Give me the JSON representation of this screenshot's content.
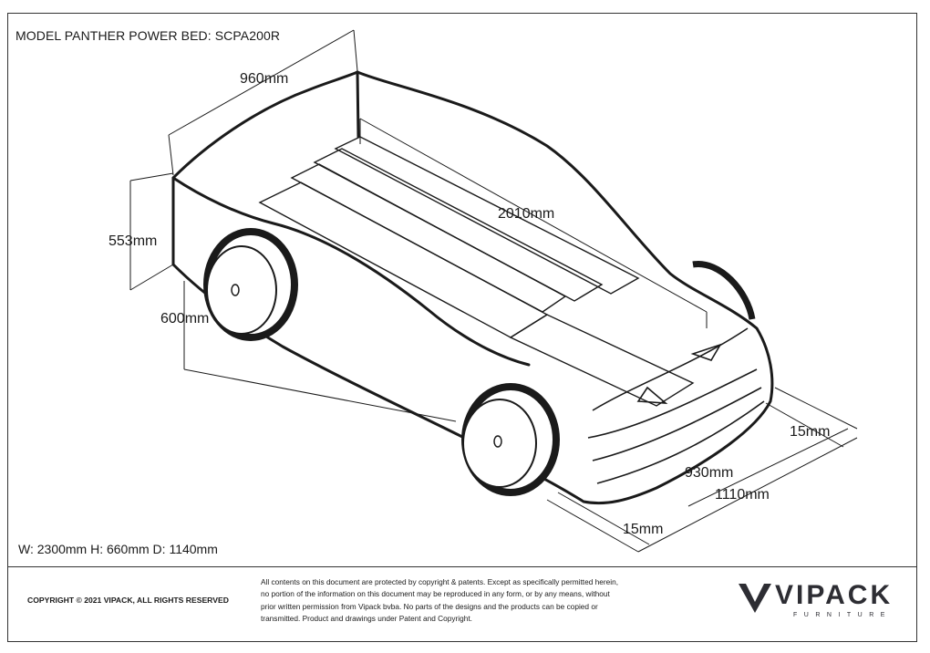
{
  "document": {
    "title": "MODEL PANTHER POWER BED: SCPA200R",
    "overall_dimensions": "W: 2300mm H: 660mm D: 1140mm"
  },
  "dimensions": {
    "width_960": "960mm",
    "height_553": "553mm",
    "height_600": "600mm",
    "length_2010": "2010mm",
    "offset_15_right": "15mm",
    "width_930": "930mm",
    "width_1110": "1110mm",
    "offset_15_bottom": "15mm"
  },
  "footer": {
    "copyright": "COPYRIGHT  © 2021 VIPACK, ALL RIGHTS RESERVED",
    "legal_lines": [
      "All contents on this document are protected by copyright & patents. Except as specifically permitted herein,",
      "no portion of the information on this document may be reproduced in any form, or by any means, without",
      "prior written permission from Vipack bvba. No parts of the designs and the products can be copied or",
      "transmitted. Product and drawings under Patent and Copyright."
    ],
    "logo_word": "VIPACK",
    "logo_sub": "FURNITURE"
  },
  "colors": {
    "line": "#1a1a1a",
    "logo": "#2d2d33"
  }
}
